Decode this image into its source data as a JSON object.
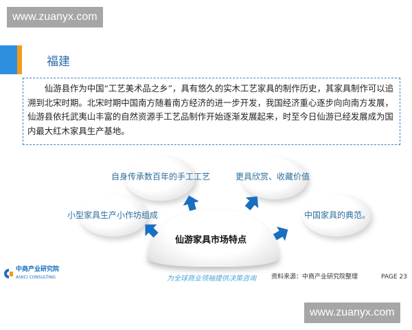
{
  "watermark": "www.zuanyx.com",
  "header": {
    "title": "福建"
  },
  "intro": "仙游县作为中国“工艺美术品之乡”，具有悠久的实木工艺家具的制作历史，其家具制作可以追溯到北宋时期。北宋时期中国南方随着南方经济的进一步开发，我国经济重心逐步向向南方发展，仙游县依托武夷山丰富的自然资源手工艺品制作开始逐渐发展起来，时至今日仙游已经发展成为国内最大红木家具生产基地。",
  "diagram": {
    "center": "仙游家具市场特点",
    "items": [
      "自身传承数百年的手工工艺",
      "更具欣赏、收藏价值",
      "小型家具生产小作坊组成",
      "中国家具的典范。"
    ]
  },
  "footer": {
    "logo_cn": "中商产业研究院",
    "logo_en": "ASKCI CONSULTING",
    "slogan": "为全球商业领袖提供决策咨询",
    "source": "资料来源：中商产业研究院整理",
    "page": "PAGE 23"
  },
  "colors": {
    "accent_blue": "#2e8fe0",
    "accent_orange": "#f39a1b",
    "arrow": "#1a6fbf"
  }
}
